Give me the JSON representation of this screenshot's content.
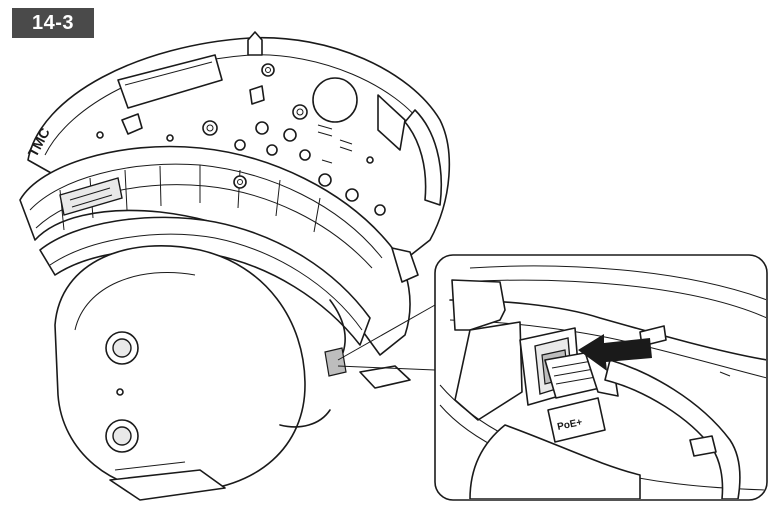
{
  "step_label": "14-3",
  "labels": {
    "brand_mark": "TMC",
    "port_label": "PoE+"
  },
  "colors": {
    "badge_bg": "#4a4a4a",
    "badge_text": "#ffffff",
    "line": "#1a1a1a",
    "arrow": "#1a1a1a"
  },
  "icons": {
    "direction_arrow": "arrow-left-icon"
  }
}
